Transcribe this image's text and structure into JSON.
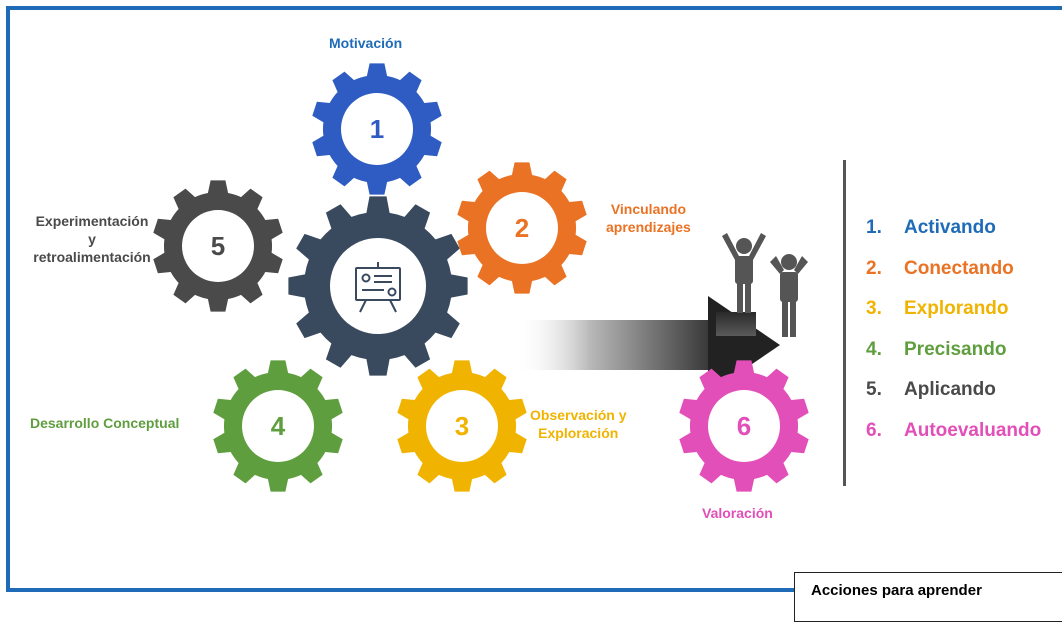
{
  "colors": {
    "frame": "#1f6bb8",
    "blue": "#2f5cc2",
    "orange": "#ea7224",
    "yellow": "#f0b400",
    "green": "#5f9e3e",
    "dark_gray": "#4a4a4a",
    "navy": "#3a4a5e",
    "magenta": "#e24fb8"
  },
  "gears": [
    {
      "number": "1",
      "label": "Motivación",
      "color": "#2f5cc2"
    },
    {
      "number": "2",
      "label": "Vinculando aprendizajes",
      "color": "#ea7224"
    },
    {
      "number": "3",
      "label": "Observación y Exploración",
      "color": "#f0b400"
    },
    {
      "number": "4",
      "label": "Desarrollo Conceptual",
      "color": "#5f9e3e"
    },
    {
      "number": "5",
      "label": "Experimentación y retroalimentación",
      "color": "#4a4a4a"
    },
    {
      "number": "6",
      "label": "Valoración",
      "color": "#e24fb8"
    }
  ],
  "labels": {
    "motivacion": "Motivación",
    "vinculando_1": "Vinculando",
    "vinculando_2": "aprendizajes",
    "observacion_1": "Observación y",
    "observacion_2": "Exploración",
    "desarrollo": "Desarrollo Conceptual",
    "experimentacion_1": "Experimentación",
    "experimentacion_2": "y",
    "experimentacion_3": "retroalimentación",
    "valoracion": "Valoración"
  },
  "center_icon": "presentation-board-icon",
  "people_icon": "celebrating-and-stressed-people-icon",
  "legend": [
    {
      "num": "1.",
      "text": "Activando",
      "color": "#1f6bb8"
    },
    {
      "num": "2.",
      "text": "Conectando",
      "color": "#ea7224"
    },
    {
      "num": "3.",
      "text": "Explorando",
      "color": "#f0b400"
    },
    {
      "num": "4.",
      "text": "Precisando",
      "color": "#5f9e3e"
    },
    {
      "num": "5.",
      "text": "Aplicando",
      "color": "#4a4a4a"
    },
    {
      "num": "6.",
      "text": "Autoevaluando",
      "color": "#e24fb8"
    }
  ],
  "caption": "Acciones para aprender"
}
